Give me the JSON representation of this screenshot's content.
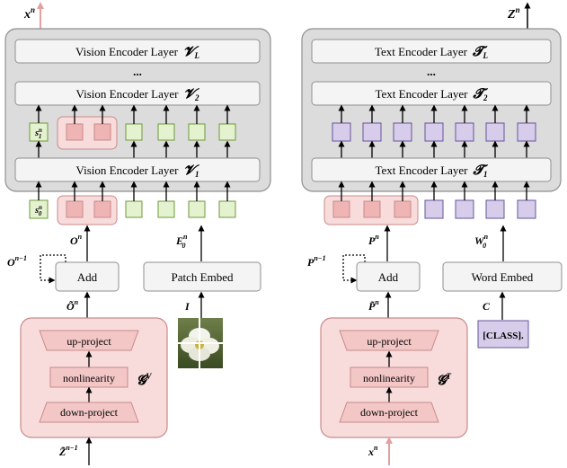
{
  "colors": {
    "panel_bg": "#dcdcdc",
    "panel_border": "#8f8f8f",
    "layer_bg": "#f4f4f4",
    "green_fill": "#e4f2cf",
    "green_border": "#6e9a3a",
    "pink_fill": "#efb4b4",
    "pink_border": "#c98a8a",
    "pink_bg": "#f8dcdc",
    "purple_fill": "#d7cdeb",
    "purple_border": "#64559a",
    "pink_arrow": "#e3a0a0"
  },
  "vision": {
    "output_label": "x",
    "output_sup": "n",
    "layer_top": "Vision Encoder Layer",
    "layer_top_symbol": "𝓥",
    "layer_top_sub": "L",
    "dots": "...",
    "layer_mid": "Vision Encoder Layer",
    "layer_mid_symbol": "𝓥",
    "layer_mid_sub": "2",
    "layer_bot": "Vision Encoder Layer",
    "layer_bot_symbol": "𝓥",
    "layer_bot_sub": "1",
    "s1_label": "s",
    "s1_sup": "n",
    "s1_sub": "1",
    "s0_label": "s",
    "s0_sup": "n",
    "s0_sub": "0",
    "o_label": "O",
    "o_sup": "n",
    "e_label": "E",
    "e_sup": "n",
    "e_sub": "0",
    "o_prev_label": "O",
    "o_prev_sup": "n−1",
    "add_label": "Add",
    "patch_embed_label": "Patch Embed",
    "o_tilde_label": "Õ",
    "o_tilde_sup": "n",
    "i_label": "I",
    "up_project": "up-project",
    "nonlinearity": "nonlinearity",
    "down_project": "down-project",
    "g_label": "𝓖",
    "g_sup": "V",
    "z_label": "Z̃",
    "z_sup": "n−1"
  },
  "text": {
    "output_label": "Z",
    "output_sup": "n",
    "layer_top": "Text Encoder Layer",
    "layer_top_symbol": "𝓣",
    "layer_top_sub": "L",
    "dots": "...",
    "layer_mid": "Text Encoder Layer",
    "layer_mid_symbol": "𝓣",
    "layer_mid_sub": "2",
    "layer_bot": "Text Encoder Layer",
    "layer_bot_symbol": "𝓣",
    "layer_bot_sub": "1",
    "p_label": "P",
    "p_sup": "n",
    "w_label": "W",
    "w_sup": "n",
    "w_sub": "0",
    "p_prev_label": "P",
    "p_prev_sup": "n−1",
    "add_label": "Add",
    "word_embed_label": "Word Embed",
    "p_tilde_label": "P̃",
    "p_tilde_sup": "n",
    "c_label": "C",
    "class_label": "[CLASS].",
    "up_project": "up-project",
    "nonlinearity": "nonlinearity",
    "down_project": "down-project",
    "g_label": "𝓖",
    "g_sup": "T",
    "x_label": "x",
    "x_sup": "n"
  }
}
